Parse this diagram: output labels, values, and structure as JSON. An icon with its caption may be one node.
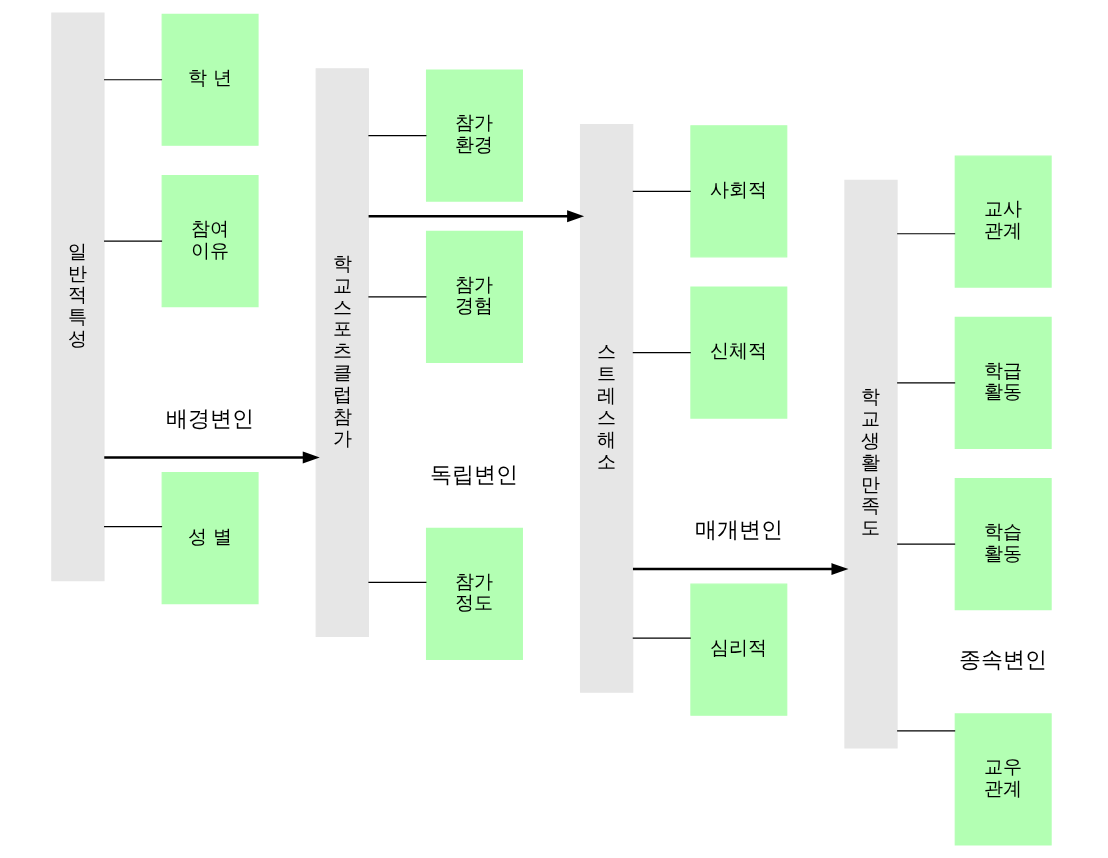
{
  "diagram": {
    "nodes": [
      {
        "text": [
          "일반적특성"
        ]
      },
      {
        "text": [
          "성 별"
        ]
      },
      {
        "text": [
          "학 년"
        ]
      },
      {
        "text": [
          "참여 이유"
        ]
      },
      {
        "text": [
          "학교스포츠클럽참가"
        ]
      },
      {
        "text": [
          "참가 정도"
        ]
      },
      {
        "text": [
          "참가 환경"
        ]
      },
      {
        "text": [
          "참가 경험"
        ]
      },
      {
        "text": [
          "스트레스해소"
        ]
      },
      {
        "text": [
          "심리적"
        ]
      },
      {
        "text": [
          "사회적"
        ]
      },
      {
        "text": [
          "신체적"
        ]
      },
      {
        "text": [
          "학교생활만족도"
        ]
      },
      {
        "text": [
          "교우 관계"
        ]
      },
      {
        "text": [
          "교사 관계"
        ]
      },
      {
        "text": [
          "학급 활동"
        ]
      },
      {
        "text": [
          "학습 활동"
        ]
      }
    ],
    "edges": [
      {
        "from": 0,
        "to": 1,
        "arrow": "none"
      },
      {
        "from": 0,
        "to": 2,
        "arrow": "none"
      },
      {
        "from": 0,
        "to": 3,
        "arrow": "none"
      },
      {
        "from": 0,
        "to": 4,
        "arrow": "to"
      },
      {
        "from": 4,
        "to": 5,
        "arrow": "none"
      },
      {
        "from": 4,
        "to": 6,
        "arrow": "none"
      },
      {
        "from": 4,
        "to": 7,
        "arrow": "none"
      },
      {
        "from": 4,
        "to": 8,
        "arrow": "to"
      },
      {
        "from": 8,
        "to": 9,
        "arrow": "none"
      },
      {
        "from": 8,
        "to": 10,
        "arrow": "none"
      },
      {
        "from": 8,
        "to": 11,
        "arrow": "none"
      },
      {
        "from": 8,
        "to": 12,
        "arrow": "to"
      },
      {
        "from": 12,
        "to": 13,
        "arrow": "none"
      },
      {
        "from": 12,
        "to": 14,
        "arrow": "none"
      },
      {
        "from": 12,
        "to": 15,
        "arrow": "none"
      },
      {
        "from": 12,
        "to": 16,
        "arrow": "none"
      }
    ],
    "labels": [
      "배경변인",
      "독립변인",
      "매개변인",
      "종속변인"
    ]
  }
}
